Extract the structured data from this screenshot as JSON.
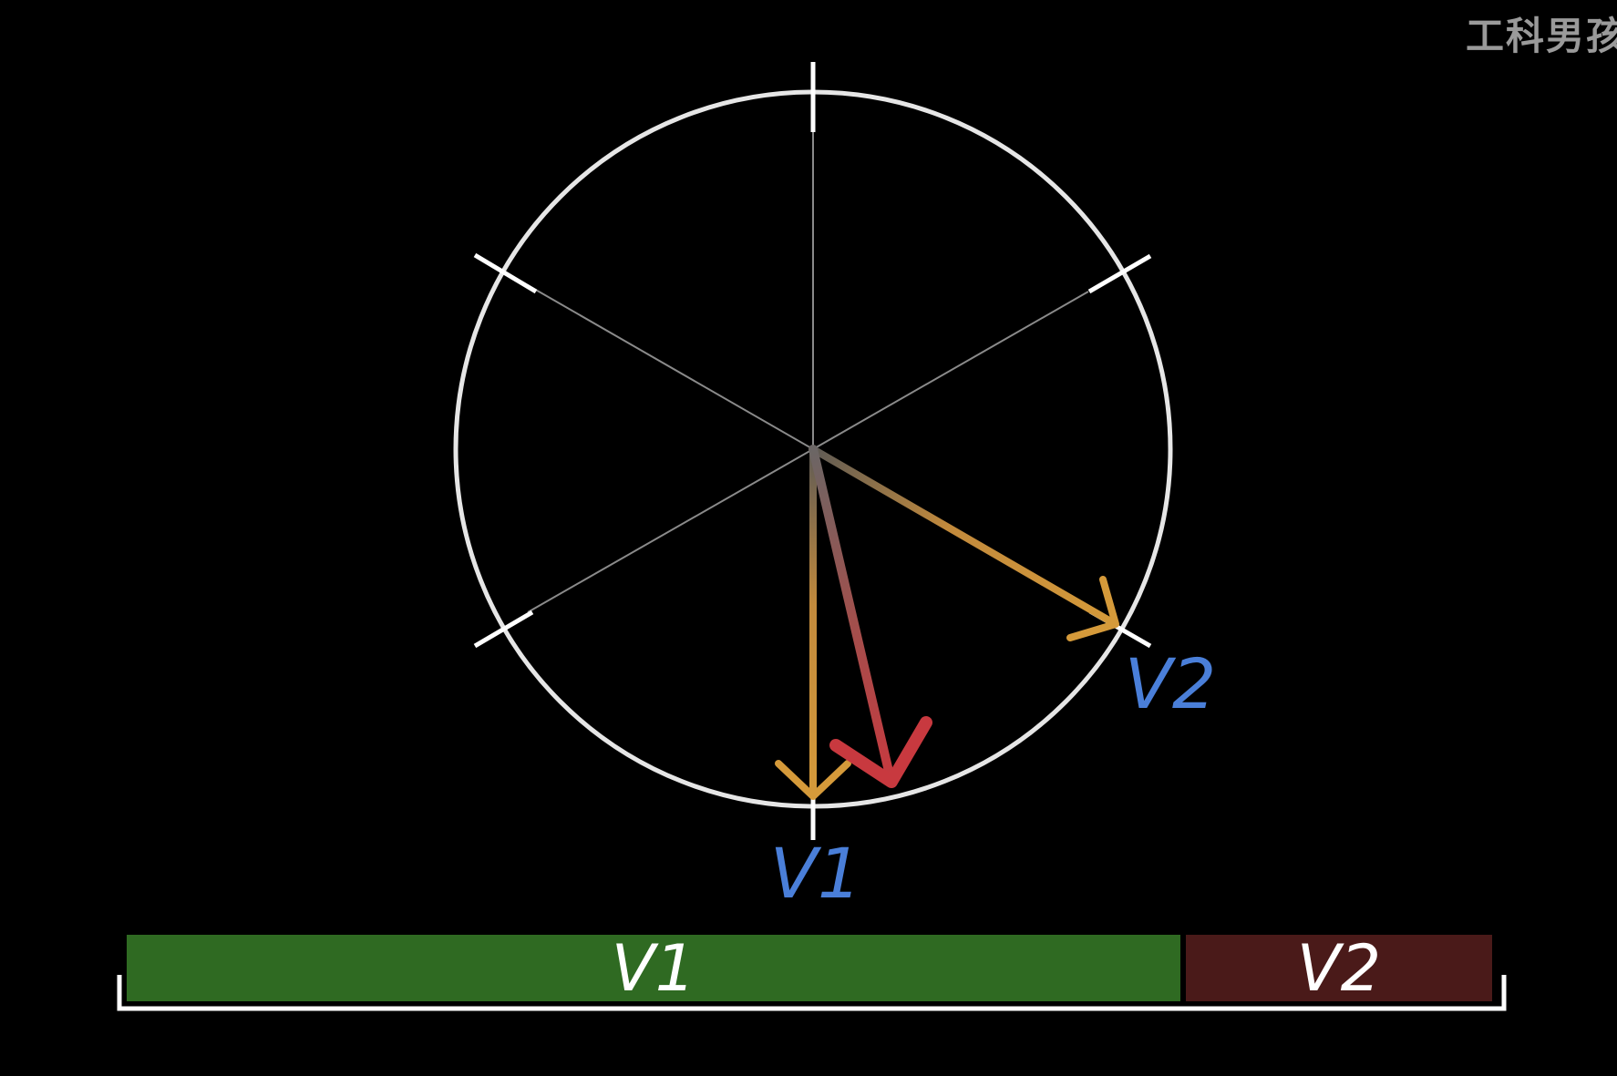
{
  "watermark": "工科男孩",
  "vectors": {
    "v1_label": "V1",
    "v2_label": "V2"
  },
  "timebar": {
    "v1_label": "V1",
    "v2_label": "V2",
    "v1_fraction": 0.774,
    "v2_fraction": 0.226
  },
  "colors": {
    "background": "#000000",
    "circle": "#e6e6e6",
    "spokes": "#8a8a8a",
    "basic_vector": "#d59a3a",
    "resultant_vector": "#c8393f",
    "vector_label": "#4a7fd9",
    "v1_bar": "#2f6a22",
    "v2_bar": "#4a1a19",
    "bracket": "#ffffff"
  }
}
